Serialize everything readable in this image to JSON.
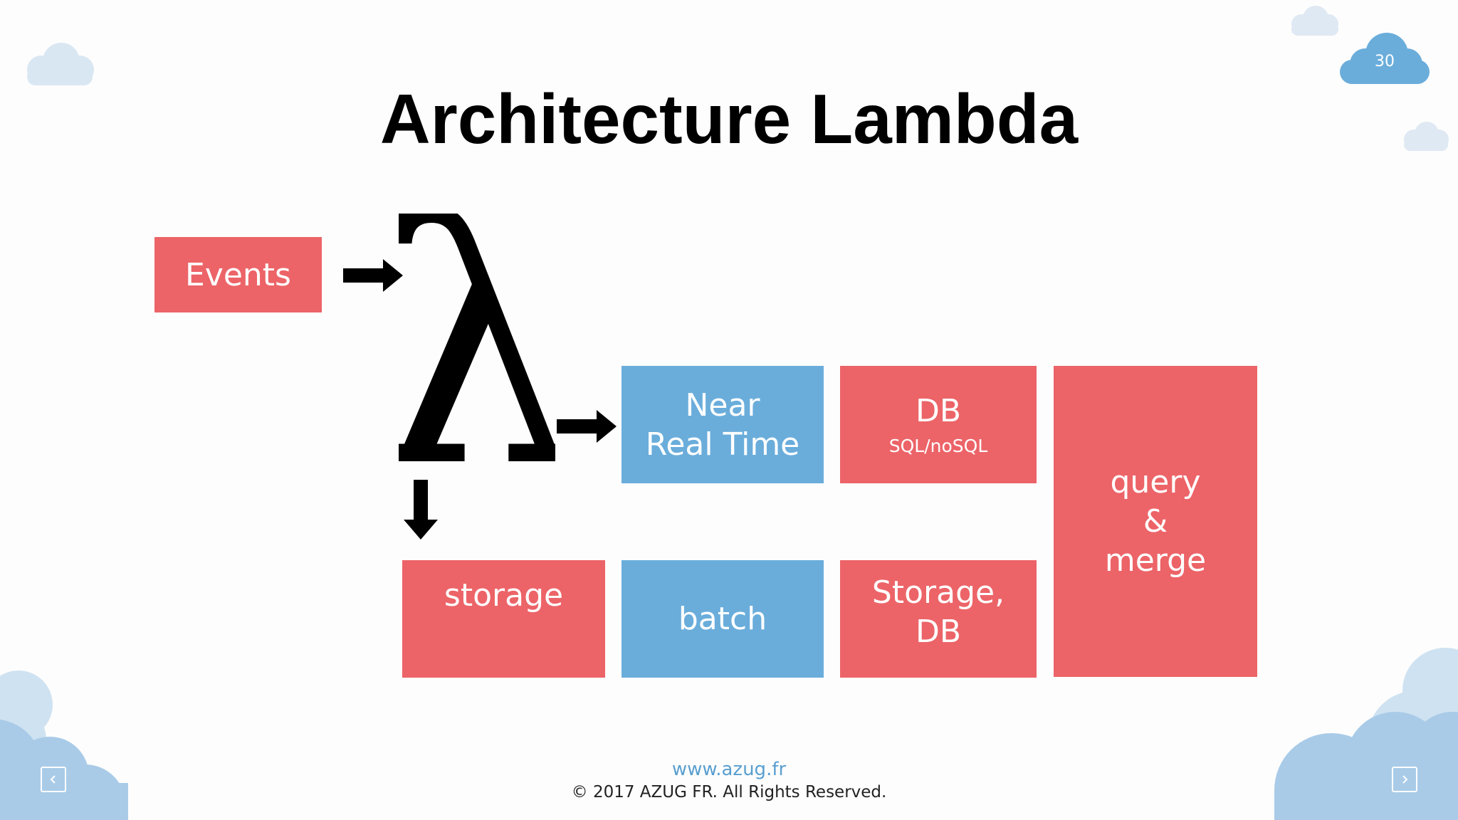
{
  "slide": {
    "number": "30",
    "title": "Architecture Lambda"
  },
  "diagram": {
    "symbol": "λ",
    "events": "Events",
    "near_real_time_line1": "Near",
    "near_real_time_line2": "Real Time",
    "db_line1": "DB",
    "db_line2": "SQL/noSQL",
    "storage": "storage",
    "batch": "batch",
    "storage_db_line1": "Storage,",
    "storage_db_line2": "DB",
    "query_line1": "query",
    "query_line2": "&",
    "query_line3": "merge"
  },
  "footer": {
    "url": "www.azug.fr",
    "copyright": "© 2017 AZUG FR. All Rights Reserved."
  },
  "nav": {
    "prev_icon": "chevron-left-icon",
    "next_icon": "chevron-right-icon"
  },
  "colors": {
    "red_box": "#ec6468",
    "blue_box": "#6aaddb",
    "cloud": "#a9cbe8",
    "cloud_dark": "#6aaddb",
    "url": "#5a9fd0"
  }
}
